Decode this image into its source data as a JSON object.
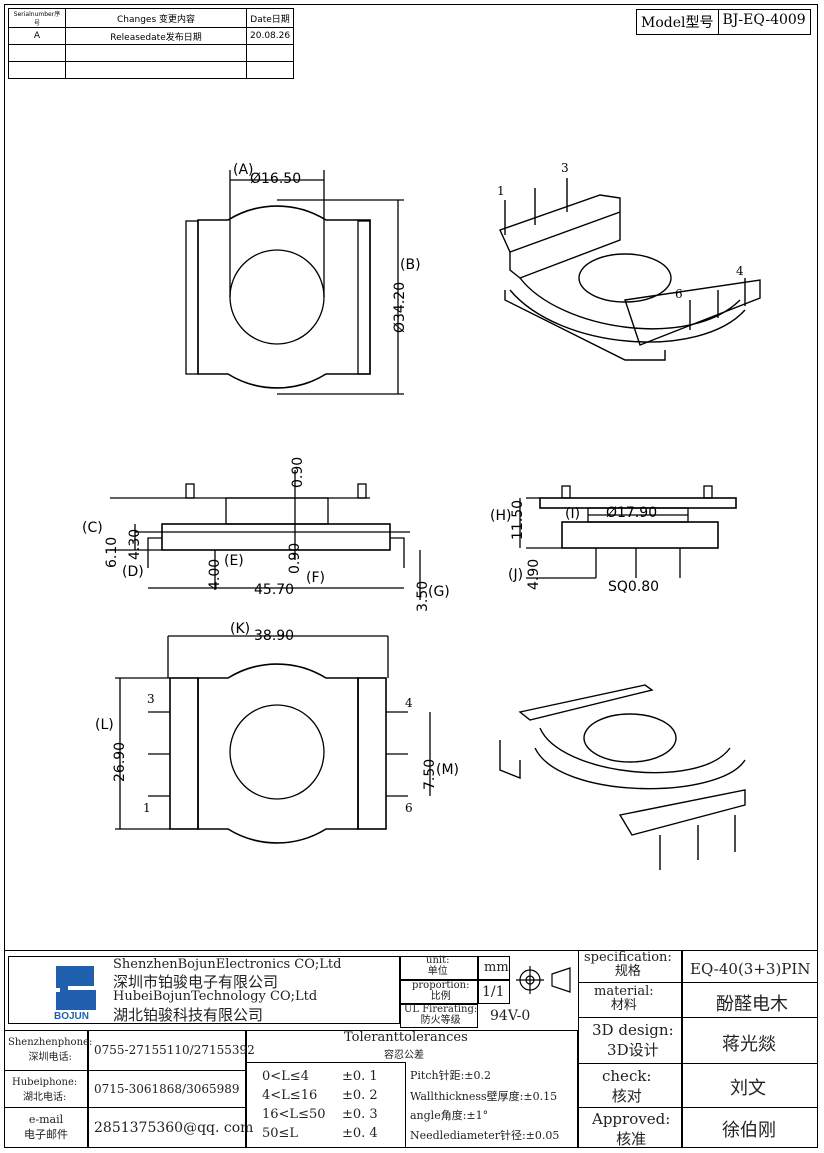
{
  "revision_table": {
    "headers": [
      "Serialnumber序号",
      "Changes 变更内容",
      "Date日期"
    ],
    "rows": [
      [
        "A",
        "Releasedate发布日期",
        "20.08.26"
      ],
      [
        "",
        "",
        ""
      ],
      [
        "",
        "",
        ""
      ]
    ]
  },
  "model": {
    "label": "Model型号",
    "value": "BJ-EQ-4009"
  },
  "top_view": {
    "dim_a": "(A)",
    "dia_a": "Ø16.50",
    "dim_b": "(B)",
    "dia_b": "Ø34.20"
  },
  "iso_top": {
    "pin1": "1",
    "pin3": "3",
    "pin4": "4",
    "pin6": "6"
  },
  "side_view": {
    "c": "(C)",
    "d": "(D)",
    "e": "(E)",
    "f": "(F)",
    "g": "(G)",
    "v090a": "0.90",
    "v610": "6.10",
    "v430": "4.30",
    "v400": "4.00",
    "v090b": "0.90",
    "w4570": "45.70",
    "v350": "3.50"
  },
  "end_view": {
    "h": "(H)",
    "i": "(I)",
    "j": "(J)",
    "v1150": "11.50",
    "dia": "Ø17.90",
    "v490": "4.90",
    "sq": "SQ0.80"
  },
  "bottom_view": {
    "k": "(K)",
    "w3890": "38.90",
    "l": "(L)",
    "v2690": "26.90",
    "m": "(M)",
    "v750": "7.50",
    "p3": "3",
    "p1": "1",
    "p4": "4",
    "p6": "6"
  },
  "title_block": {
    "company_en1": "ShenzhenBojunElectronics CO;Ltd",
    "company_cn1": "深圳市铂骏电子有限公司",
    "company_en2": "HubeiBojunTechnology CO;Ltd",
    "company_cn2": "湖北铂骏科技有限公司",
    "logo_text": "BOJUN",
    "unit_label": "unit:\n单位",
    "unit_value": "mm",
    "proportion_label": "proportion:\n比例",
    "proportion_value": "1/1",
    "ul_label": "UL Firerating:\n防火等级",
    "ul_value": "94V-0",
    "spec_label": "specification:\n规格",
    "spec_value": "EQ-40(3+3)PIN",
    "material_label": "material:\n材料",
    "material_value": "酚醛电木",
    "design_label": "3D design:\n3D设计",
    "design_value": "蒋光燚",
    "check_label": "check:\n核对",
    "check_value": "刘文",
    "approved_label": "Approved:\n核准",
    "approved_value": "徐伯刚",
    "phone_sz_label": "Shenzhenphone:\n深圳电话:",
    "phone_sz": "0755-27155110/27155392",
    "phone_hb_label": "Hubeiphone:\n湖北电话:",
    "phone_hb": "0715-3061868/3065989",
    "email_label": "e-mail\n电子邮件",
    "email": "2851375360@qq. com",
    "tol_title": "Toleranttolerances",
    "tol_title_cn": "容忍公差",
    "tol_ranges": [
      "0<L≤4",
      "4<L≤16",
      "16<L≤50",
      "50≤L"
    ],
    "tol_values": [
      "±0. 1",
      "±0. 2",
      "±0. 3",
      "±0. 4"
    ],
    "pitch": "Pitch针距:±0.2",
    "wall": "Wallthickness壁厚度:±0.15",
    "angle": "angle角度:±1°",
    "needle": "Needlediameter针径:±0.05"
  },
  "colors": {
    "line": "#000000",
    "logo_blue": "#1f5fae"
  }
}
